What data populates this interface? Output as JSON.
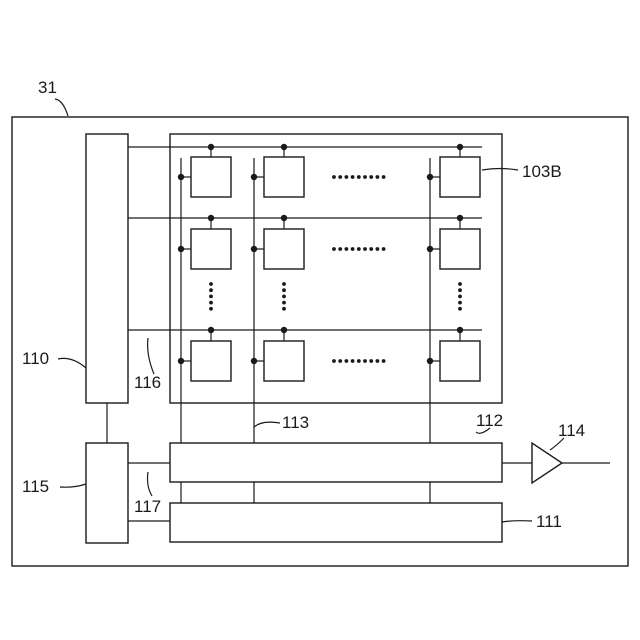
{
  "labels": {
    "device": "31",
    "pixel_block": "103B",
    "vertical_scanner": "110",
    "signal_line": "116",
    "column_line": "113",
    "column_circuit": "112",
    "amplifier": "114",
    "timing_control": "115",
    "control_line": "117",
    "horizontal_scanner": "111"
  }
}
